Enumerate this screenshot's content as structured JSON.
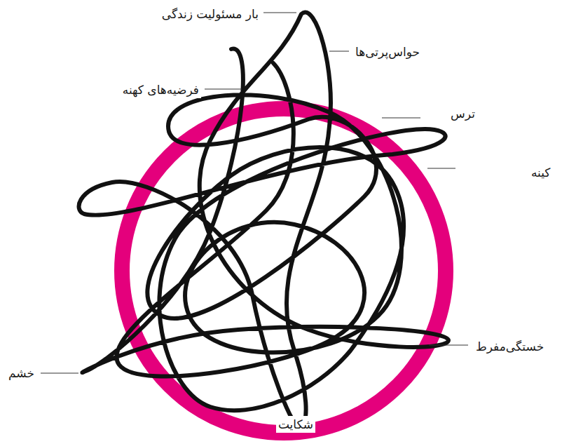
{
  "diagram": {
    "labels": [
      "بار مسئولیت زندگی",
      "حواس‌پرتی‌ها",
      "فرضیه‌های کهنه",
      "ترس",
      "کینه",
      "خستگی‌مفرط",
      "خشم",
      "شکایت"
    ]
  }
}
